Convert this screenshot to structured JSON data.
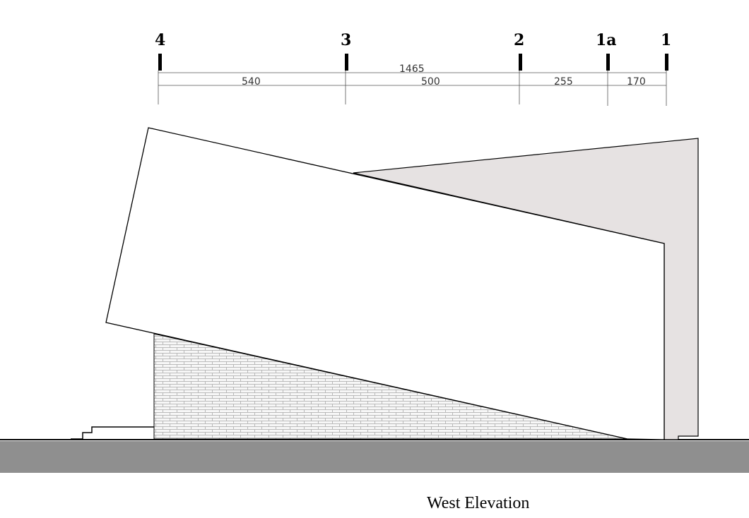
{
  "grid_lines": [
    {
      "label": "4"
    },
    {
      "label": "3"
    },
    {
      "label": "2"
    },
    {
      "label": "1a"
    },
    {
      "label": "1"
    }
  ],
  "dimensions": {
    "overall": "1465",
    "segments": [
      "540",
      "500",
      "255",
      "170"
    ]
  },
  "caption": "West Elevation",
  "colors": {
    "ground": "#8f8f8f",
    "shaded_wall": "#e6e2e2",
    "brick": "#b9b9b9",
    "line": "#000000"
  }
}
